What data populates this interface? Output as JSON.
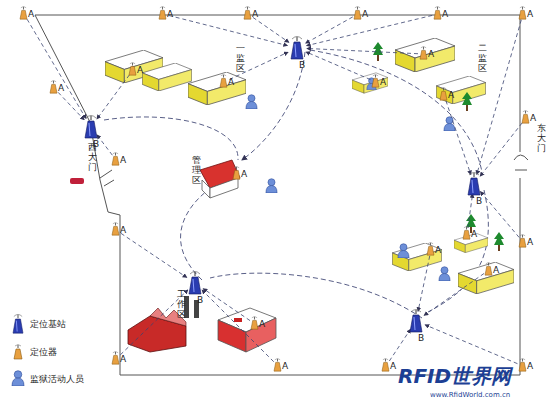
{
  "diagram": {
    "labels": [
      "一监区",
      "二监区",
      "西大门",
      "东大门",
      "管理区",
      "工作区",
      "RFID世界网",
      "www.RfidWorld.com.cn",
      "B",
      "B",
      "B",
      "B",
      "B",
      "A",
      "A",
      "A",
      "A",
      "A",
      "A",
      "A",
      "A",
      "A",
      "A",
      "A",
      "A",
      "A",
      "A",
      "A",
      "A",
      "A",
      "A",
      "A",
      "A",
      "A",
      "A",
      "A",
      "A",
      "A"
    ],
    "legend": [
      {
        "text": "定位基站"
      },
      {
        "text": "定位器"
      },
      {
        "text": "监狱活动人员"
      }
    ]
  }
}
